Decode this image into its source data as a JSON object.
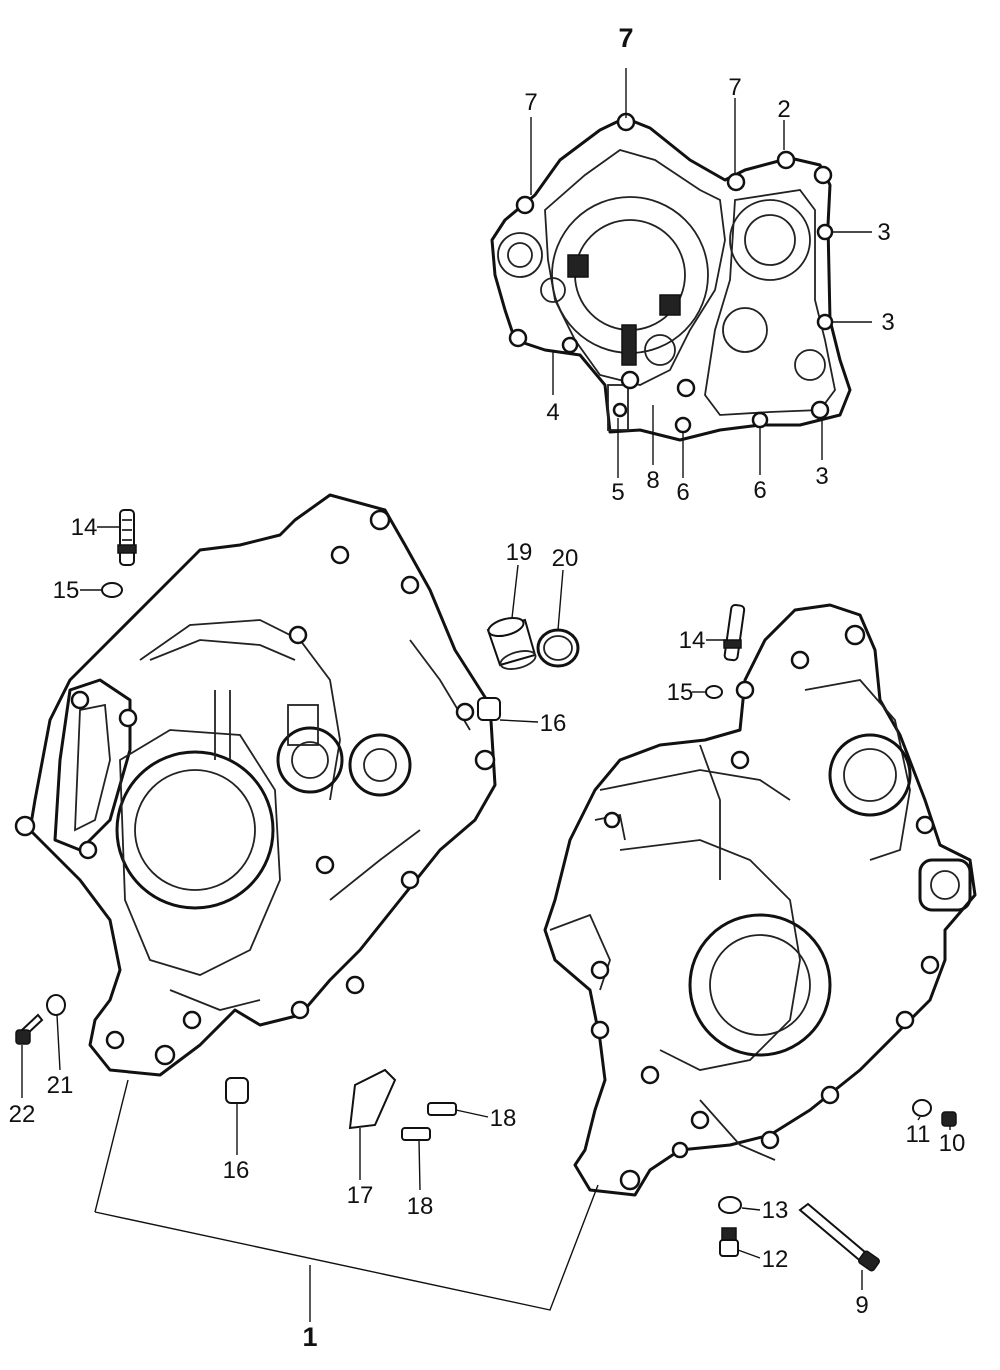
{
  "callouts": [
    {
      "label": "7"
    },
    {
      "label": "7"
    },
    {
      "label": "7"
    },
    {
      "label": "2"
    },
    {
      "label": "3"
    },
    {
      "label": "3"
    },
    {
      "label": "4"
    },
    {
      "label": "5"
    },
    {
      "label": "8"
    },
    {
      "label": "6"
    },
    {
      "label": "6"
    },
    {
      "label": "3"
    },
    {
      "label": "14"
    },
    {
      "label": "15"
    },
    {
      "label": "19"
    },
    {
      "label": "20"
    },
    {
      "label": "16"
    },
    {
      "label": "14"
    },
    {
      "label": "15"
    },
    {
      "label": "22"
    },
    {
      "label": "21"
    },
    {
      "label": "16"
    },
    {
      "label": "17"
    },
    {
      "label": "18"
    },
    {
      "label": "18"
    },
    {
      "label": "11"
    },
    {
      "label": "10"
    },
    {
      "label": "13"
    },
    {
      "label": "12"
    },
    {
      "label": "9"
    },
    {
      "label": "1"
    }
  ]
}
